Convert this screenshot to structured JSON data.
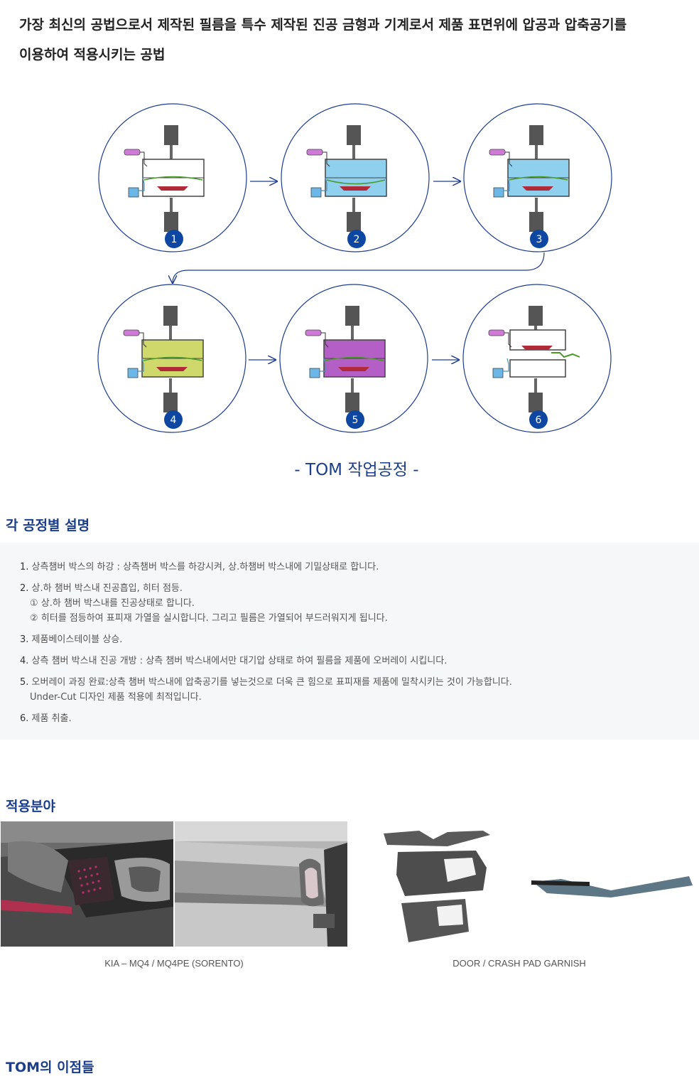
{
  "intro": {
    "line1": "가장 최신의 공법으로서 제작된 필름을 특수 제작된 진공 금형과 기계로서 제품 표면위에 압공과 압축공기를",
    "line2": "이용하여 적용시키는 공법"
  },
  "diagram": {
    "title": "- TOM 작업공정 -",
    "steps": [
      "1",
      "2",
      "3",
      "4",
      "5",
      "6"
    ],
    "colors": {
      "circle_border": "#1f3d8f",
      "badge": "#0d47a1",
      "chamber_blue": "#8fd0ee",
      "chamber_yellow": "#cfd86a",
      "chamber_purple": "#b45fc6",
      "heater": "#d07ad8",
      "film": "#4a9a2a",
      "product": "#b02a3a",
      "box": "#6bb8e8"
    }
  },
  "process": {
    "title": "각 공정별 설명",
    "items": [
      {
        "num": "1.",
        "lines": [
          "상측챔버 박스의 하강 : 상측챔버 박스를 하강시켜, 상.하챔버 박스내에 기밀상태로 합니다."
        ]
      },
      {
        "num": "2.",
        "lines": [
          "상.하 챔버 박스내 진공흡입, 히터 점등.",
          "① 상.하 챔버 박스내를 진공상태로 합니다.",
          "② 히터를 점등하여 표피재 가열을 실시합니다. 그리고 필름은 가열되어 부드러워지게 됩니다."
        ]
      },
      {
        "num": "3.",
        "lines": [
          "제품베이스테이블 상승."
        ]
      },
      {
        "num": "4.",
        "lines": [
          "상측 챔버 박스내 진공 개방 : 상측 챔버 박스내에서만 대기압 상태로 하여 필름을 제품에 오버레이 시킵니다."
        ]
      },
      {
        "num": "5.",
        "lines": [
          "오버레이 과징 완료:상측 챔버 박스내에 압축공기를 넣는것으로 더욱 큰 힘으로 표피재를 제품에 밀착시키는 것이 가능합니다.",
          "Under-Cut 디자인 제품 적용에 최적입니다."
        ]
      },
      {
        "num": "6.",
        "lines": [
          "제품 취출."
        ]
      }
    ]
  },
  "application": {
    "title": "적용분야",
    "caption_left": "KIA – MQ4 / MQ4PE (SORENTO)",
    "caption_right": "DOOR / CRASH PAD GARNISH"
  },
  "bottom": {
    "title": "TOM의 이점들"
  }
}
